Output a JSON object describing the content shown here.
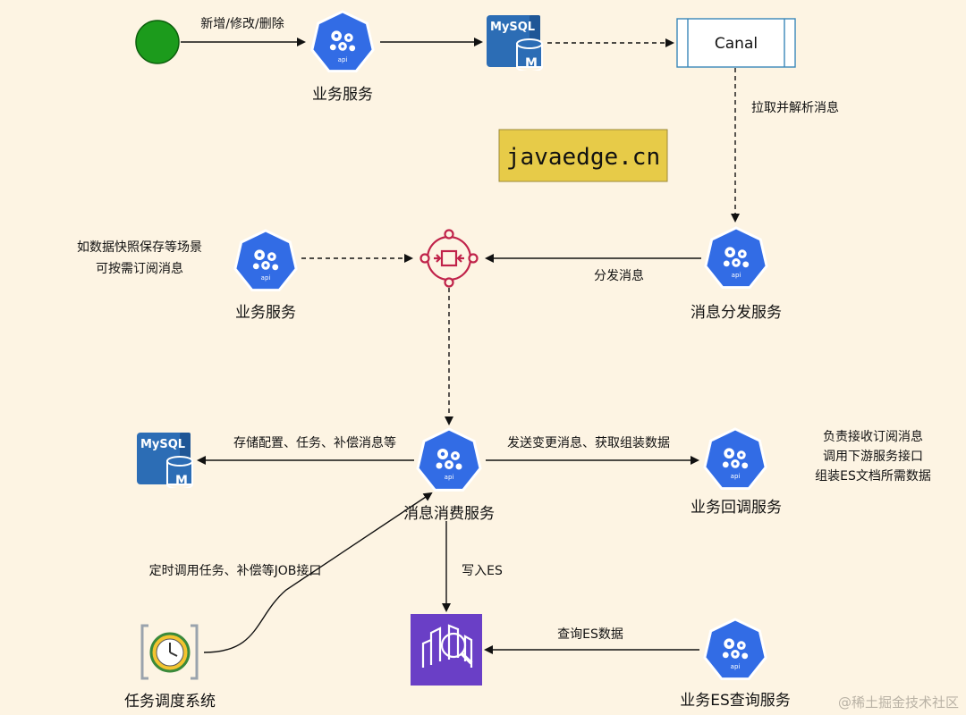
{
  "colors": {
    "background": "#fdf4e3",
    "k8s_blue": "#326ce5",
    "start_green": "#1c9b1c",
    "mysql_blue": "#2c6db5",
    "canal_border": "#3a87b8",
    "mq_red": "#c0234a",
    "brand_yellow": "#e7cb48",
    "es_purple": "#6a3fc6"
  },
  "icons": {
    "start": "start-circle-icon",
    "service": "kubernetes-api-icon",
    "database": "mysql-database-icon",
    "queue": "canal-queue-icon",
    "mq": "message-queue-hub-icon",
    "search": "elasticsearch-icon",
    "scheduler": "scheduler-clock-icon"
  },
  "api_label": "api",
  "mysql_label": "MySQL",
  "mysql_badge": "M",
  "canal": "Canal",
  "brand": "javaedge.cn",
  "nodes": {
    "biz_service_top": "业务服务",
    "biz_service_left": "业务服务",
    "dispatch_service": "消息分发服务",
    "consume_service": "消息消费服务",
    "callback_service": "业务回调服务",
    "scheduler": "任务调度系统",
    "es_query_service": "业务ES查询服务"
  },
  "edges": {
    "crud": "新增/修改/删除",
    "pull_parse": "拉取并解析消息",
    "dispatch": "分发消息",
    "subscribe_1": "如数据快照保存等场景",
    "subscribe_2": "可按需订阅消息",
    "store": "存储配置、任务、补偿消息等",
    "send_change": "发送变更消息、获取组装数据",
    "job": "定时调用任务、补偿等JOB接口",
    "write_es": "写入ES",
    "query_es": "查询ES数据"
  },
  "callback_note": [
    "负责接收订阅消息",
    "调用下游服务接口",
    "组装ES文档所需数据"
  ],
  "watermark": "@稀土掘金技术社区"
}
